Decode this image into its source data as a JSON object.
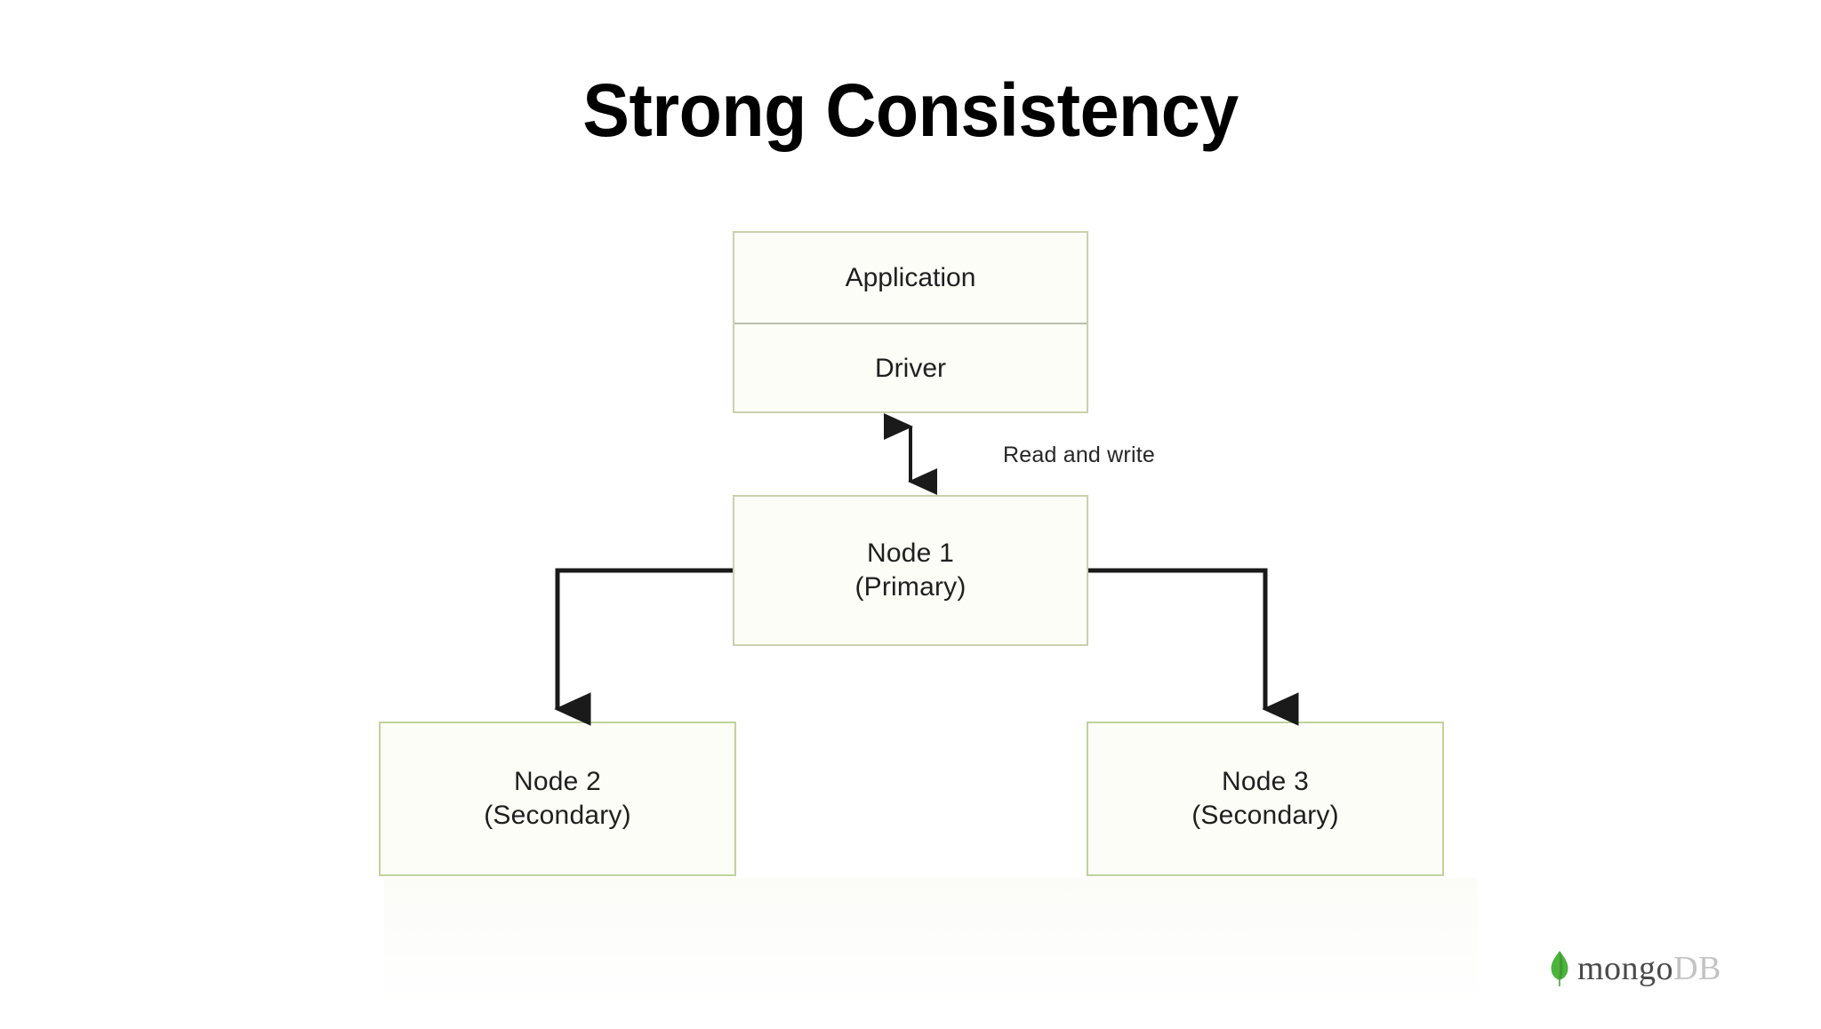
{
  "slide": {
    "title": "Strong Consistency",
    "background_color": "#ffffff"
  },
  "colors": {
    "box_border": "#c9d1ad",
    "box_border_secondary": "#bfd39a",
    "box_fill": "#fdfdf8",
    "connector": "#1a1a1a",
    "text": "#1f1f1f",
    "logo_leaf_green": "#4db33d",
    "logo_mongo_gray": "#4a4a4a",
    "logo_db_gray": "#c3c3c3"
  },
  "diagram": {
    "type": "replica-set-topology",
    "nodes": [
      {
        "id": "application",
        "label": "Application",
        "sub": ""
      },
      {
        "id": "driver",
        "label": "Driver",
        "sub": ""
      },
      {
        "id": "node1",
        "label": "Node 1",
        "sub": "(Primary)"
      },
      {
        "id": "node2",
        "label": "Node 2",
        "sub": "(Secondary)"
      },
      {
        "id": "node3",
        "label": "Node 3",
        "sub": "(Secondary)"
      }
    ],
    "edges": [
      {
        "from": "driver",
        "to": "node1",
        "label": "Read and write",
        "arrow": "both"
      },
      {
        "from": "node1",
        "to": "node2",
        "label": "",
        "arrow": "to"
      },
      {
        "from": "node1",
        "to": "node3",
        "label": "",
        "arrow": "to"
      }
    ],
    "edge_labels": {
      "driver_node1": "Read and write"
    }
  },
  "logo": {
    "icon_name": "mongodb-leaf-icon",
    "word_primary": "mongo",
    "word_secondary": "DB"
  }
}
